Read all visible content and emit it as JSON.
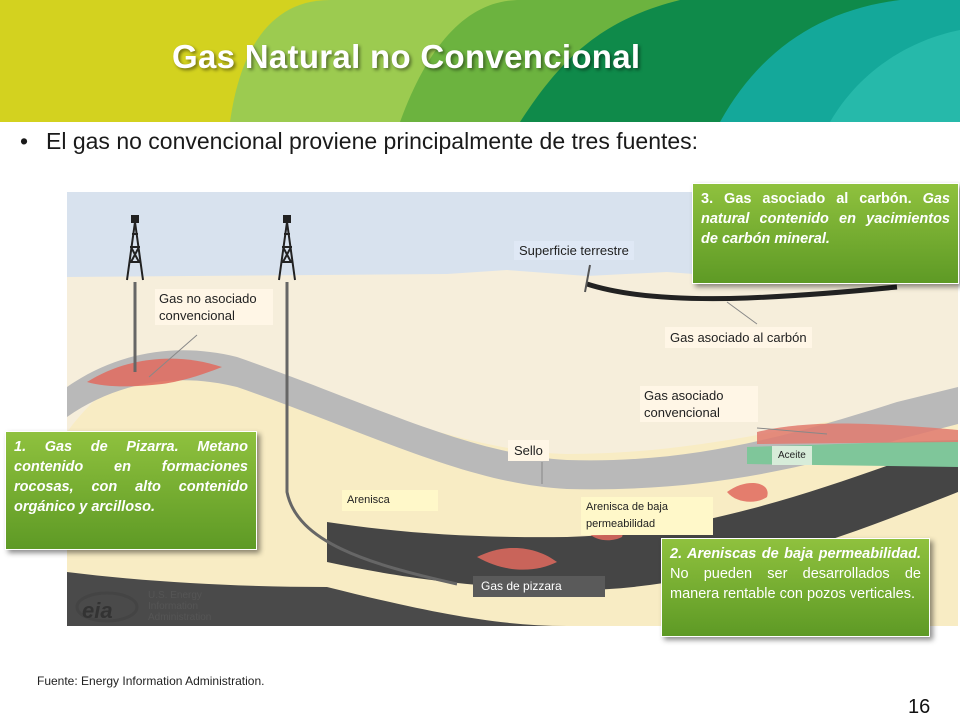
{
  "slide": {
    "title": "Gas Natural no Convencional",
    "bullet": "El gas no convencional proviene principalmente de tres fuentes:",
    "source": "Fuente: Energy Information Administration.",
    "page_number": "16"
  },
  "colors": {
    "banner_yellow": "#d3d21f",
    "banner_light_green": "#9ccb50",
    "banner_green": "#6cb33f",
    "banner_dark_green": "#0f8a4a",
    "banner_teal": "#14a89a",
    "callout_green": "#7ab234"
  },
  "diagram": {
    "labels": {
      "surface": "Superficie terrestre",
      "conventional_nonassociated": "Gas no asociado convencional",
      "coalbed": "Gas asociado al carbón",
      "conventional_associated": "Gas asociado convencional",
      "oil": "Aceite",
      "seal": "Sello",
      "sandstone": "Arenisca",
      "tight_sand": "Arenisca de baja permeabilidad",
      "shale_gas": "Gas de pizzara"
    },
    "logo": {
      "abbr": "eia",
      "line1": "U.S. Energy",
      "line2": "Information",
      "line3": "Administration"
    }
  },
  "callouts": {
    "shale": {
      "heading": "1. Gas de Pizarra.",
      "body": "Metano contenido en formaciones rocosas, con alto contenido orgánico y arcilloso."
    },
    "tight": {
      "heading": "2. Areniscas de baja permeabilidad.",
      "body": "No pueden ser desarrollados de manera rentable con pozos verticales."
    },
    "coal": {
      "heading": "3. Gas asociado al carbón.",
      "body": "Gas natural contenido en yacimientos de carbón mineral."
    }
  }
}
